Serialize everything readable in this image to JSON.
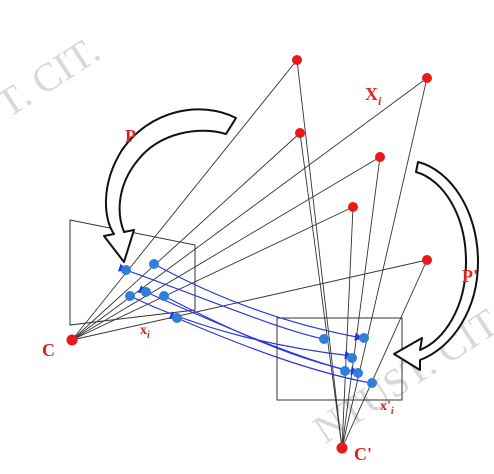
{
  "watermarks": [
    "T. CIT.",
    "NTUST. CIT."
  ],
  "labels": {
    "P": "P",
    "P_prime": "P'",
    "C": "C",
    "C_prime": "C'",
    "X_i": "X",
    "X_i_sub": "i",
    "x_i": "x",
    "x_i_sub": "i",
    "x_prime_i": "x'",
    "x_prime_i_sub": "i"
  },
  "colors": {
    "point_red": "#e8191b",
    "point_blue": "#2f7fd6",
    "correspondence": "#2838d8",
    "ray": "#333333",
    "frame": "#333333"
  }
}
